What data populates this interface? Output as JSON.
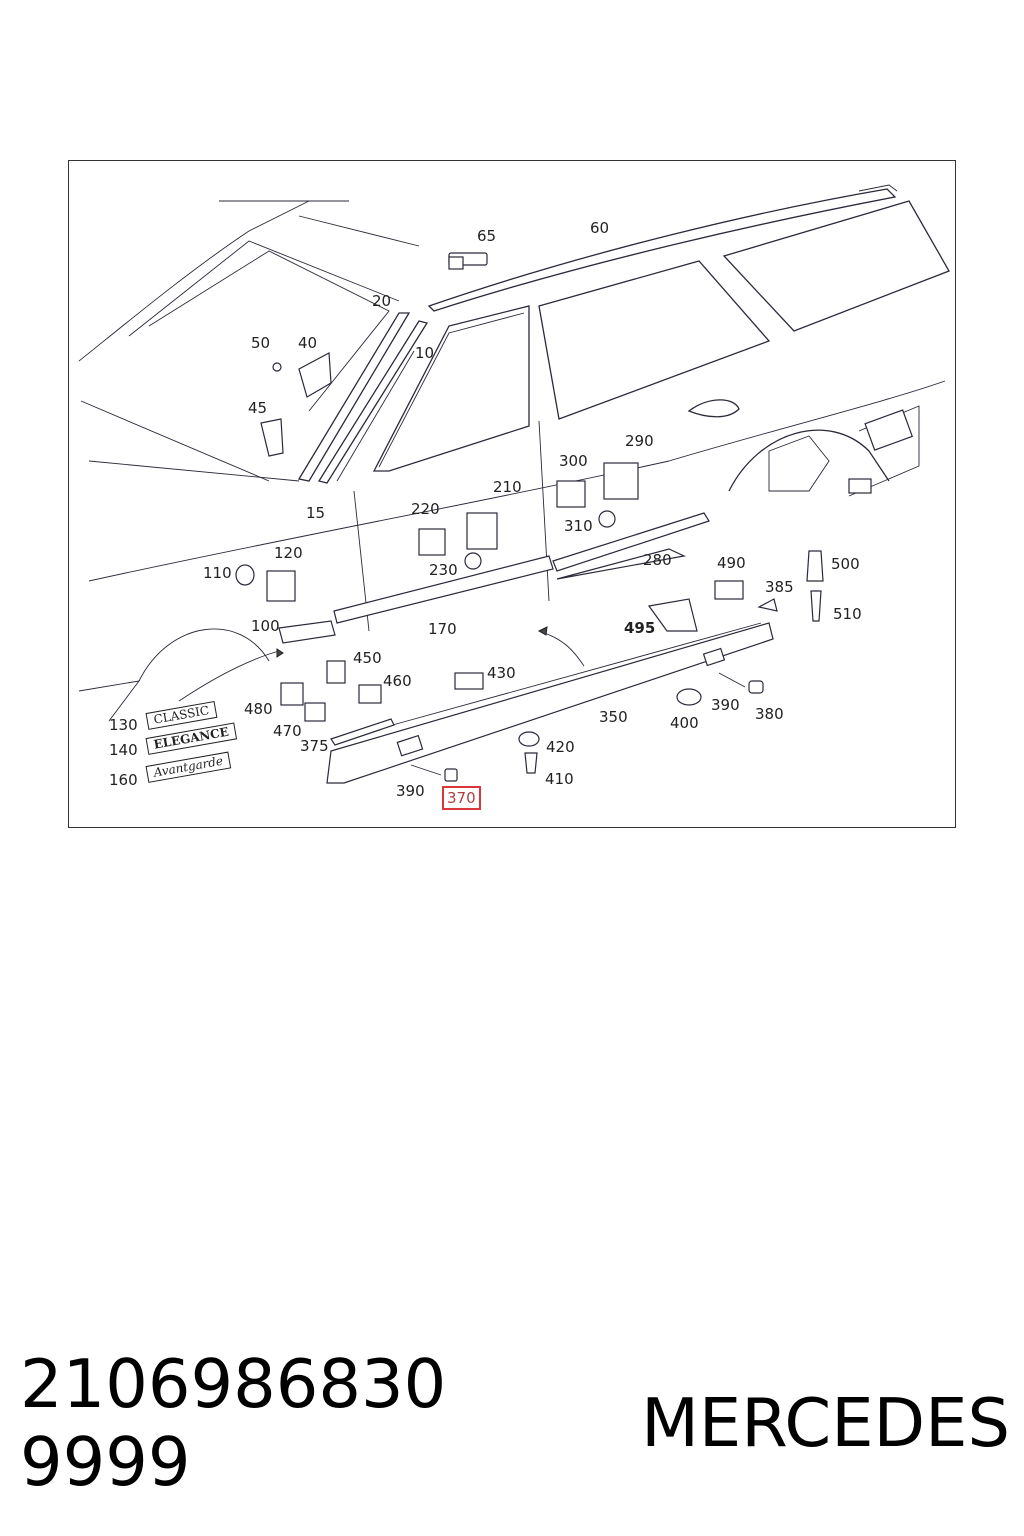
{
  "callouts": [
    {
      "id": "65",
      "label": "65"
    },
    {
      "id": "60",
      "label": "60"
    },
    {
      "id": "20",
      "label": "20"
    },
    {
      "id": "50",
      "label": "50"
    },
    {
      "id": "40",
      "label": "40"
    },
    {
      "id": "10",
      "label": "10"
    },
    {
      "id": "45",
      "label": "45"
    },
    {
      "id": "300",
      "label": "300"
    },
    {
      "id": "290",
      "label": "290"
    },
    {
      "id": "220",
      "label": "220"
    },
    {
      "id": "210",
      "label": "210"
    },
    {
      "id": "15",
      "label": "15"
    },
    {
      "id": "310",
      "label": "310"
    },
    {
      "id": "120",
      "label": "120"
    },
    {
      "id": "110",
      "label": "110"
    },
    {
      "id": "230",
      "label": "230"
    },
    {
      "id": "280",
      "label": "280"
    },
    {
      "id": "490",
      "label": "490"
    },
    {
      "id": "500",
      "label": "500"
    },
    {
      "id": "385",
      "label": "385"
    },
    {
      "id": "510",
      "label": "510"
    },
    {
      "id": "100",
      "label": "100"
    },
    {
      "id": "170",
      "label": "170"
    },
    {
      "id": "495",
      "label": "495"
    },
    {
      "id": "450",
      "label": "450"
    },
    {
      "id": "460",
      "label": "460"
    },
    {
      "id": "430",
      "label": "430"
    },
    {
      "id": "390a",
      "label": "390"
    },
    {
      "id": "380",
      "label": "380"
    },
    {
      "id": "480",
      "label": "480"
    },
    {
      "id": "350",
      "label": "350"
    },
    {
      "id": "400",
      "label": "400"
    },
    {
      "id": "130",
      "label": "130"
    },
    {
      "id": "470",
      "label": "470"
    },
    {
      "id": "140",
      "label": "140"
    },
    {
      "id": "375",
      "label": "375"
    },
    {
      "id": "420",
      "label": "420"
    },
    {
      "id": "160",
      "label": "160"
    },
    {
      "id": "410",
      "label": "410"
    },
    {
      "id": "390b",
      "label": "390"
    },
    {
      "id": "370",
      "label": "370"
    }
  ],
  "badges": {
    "classic": "CLASSIC",
    "elegance": "ELEGANCE",
    "avantgarde": "Avantgarde"
  },
  "footer": {
    "part_number": "2106986830 9999",
    "brand": "MERCEDES"
  },
  "colors": {
    "highlight": "#d9373a",
    "line": "#2a2a3a"
  }
}
